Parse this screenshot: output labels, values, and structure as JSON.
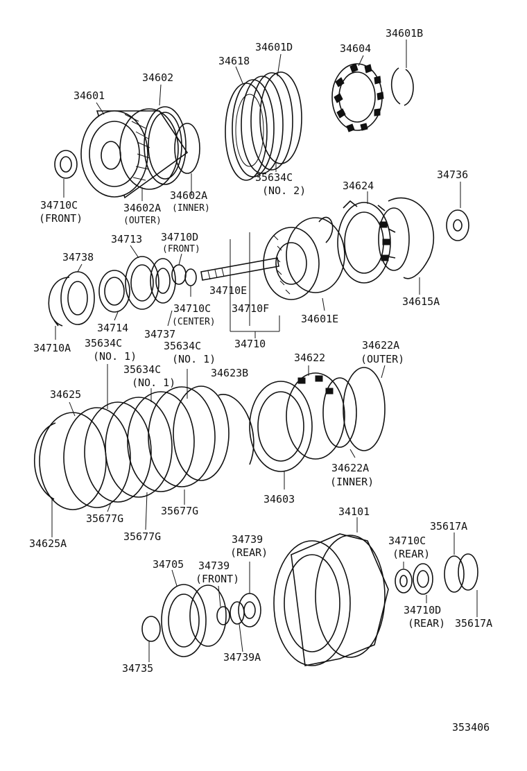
{
  "labels": {
    "p34601": "34601",
    "p34602": "34602",
    "p34618": "34618",
    "p34601D": "34601D",
    "p34604": "34604",
    "p34601B": "34601B",
    "p34710C_front": "34710C",
    "p34710C_front_sub": "(FRONT)",
    "p34602A_outer": "34602A",
    "p34602A_outer_sub": "(OUTER)",
    "p34602A_inner": "34602A",
    "p34602A_inner_sub": "(INNER)",
    "p35634C_no2": "35634C",
    "p35634C_no2_sub": "(NO. 2)",
    "p34624": "34624",
    "p34736": "34736",
    "p34713": "34713",
    "p34710D_front": "34710D",
    "p34710D_front_sub": "(FRONT)",
    "p34738": "34738",
    "p34710E": "34710E",
    "p34710C_center": "34710C",
    "p34710C_center_sub": "(CENTER)",
    "p34710F": "34710F",
    "p34601E": "34601E",
    "p34615A": "34615A",
    "p34714": "34714",
    "p34737": "34737",
    "p34710A": "34710A",
    "p34710": "34710",
    "p35634C_a": "35634C",
    "p35634C_a_sub": "(NO. 1)",
    "p35634C_b": "35634C",
    "p35634C_b_sub": "(NO. 1)",
    "p35634C_c": "35634C",
    "p35634C_c_sub": "(NO. 1)",
    "p34622": "34622",
    "p34622A_outer": "34622A",
    "p34622A_outer_sub": "(OUTER)",
    "p34623B": "34623B",
    "p34625": "34625",
    "p34622A_inner": "34622A",
    "p34622A_inner_sub": "(INNER)",
    "p34603": "34603",
    "p35677G_a": "35677G",
    "p35677G_b": "35677G",
    "p35677G_c": "35677G",
    "p34625A": "34625A",
    "p34101": "34101",
    "p35617A_top": "35617A",
    "p34710C_rear": "34710C",
    "p34710C_rear_sub": "(REAR)",
    "p34739_rear": "34739",
    "p34739_rear_sub": "(REAR)",
    "p34705": "34705",
    "p34739_front": "34739",
    "p34739_front_sub": "(FRONT)",
    "p34710D_rear": "34710D",
    "p34710D_rear_sub": "(REAR)",
    "p35617A_bottom": "35617A",
    "p34739A": "34739A",
    "p34735": "34735",
    "figure_number": "353406"
  }
}
